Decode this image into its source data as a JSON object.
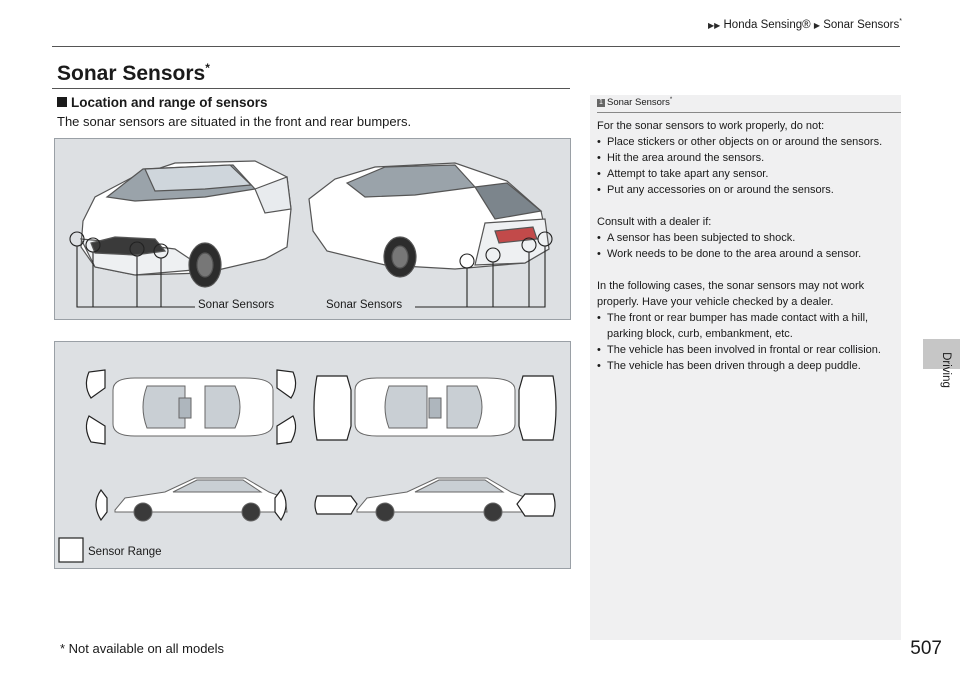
{
  "header": {
    "breadcrumb_1": "Honda Sensing®",
    "breadcrumb_2": "Sonar Sensors",
    "star": "*"
  },
  "title": {
    "text": "Sonar Sensors",
    "star": "*"
  },
  "section": {
    "heading": "Location and range of sensors",
    "intro": "The sonar sensors are situated in the front and rear bumpers."
  },
  "figure_top": {
    "label_front": "Sonar Sensors",
    "label_rear": "Sonar Sensors"
  },
  "figure_bottom": {
    "legend": "Sensor Range"
  },
  "sidebar": {
    "heading": "Sonar Sensors",
    "heading_star": "*",
    "p1": "For the sonar sensors to work properly, do not:",
    "list1": [
      "Place stickers or other objects on or around the sensors.",
      "Hit the area around the sensors.",
      "Attempt to take apart any sensor.",
      "Put any accessories on or around the sensors."
    ],
    "p2": "Consult with a dealer if:",
    "list2": [
      "A sensor has been subjected to shock.",
      "Work needs to be done to the area around a sensor."
    ],
    "p3": "In the following cases, the sonar sensors may not work properly. Have your vehicle checked by a dealer.",
    "list3": [
      "The front or rear bumper has made contact with a hill, parking block, curb, embankment, etc.",
      "The vehicle has been involved in frontal or rear collision.",
      "The vehicle has been driven through a deep puddle."
    ]
  },
  "side_tab": {
    "label": "Driving"
  },
  "page_number": "507",
  "footnote": "* Not available on all models"
}
